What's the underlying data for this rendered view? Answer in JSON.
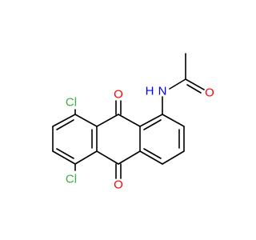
{
  "molecule": {
    "atoms": {
      "cl_top": {
        "text": "Cl",
        "color": "#3cb043"
      },
      "cl_bottom": {
        "text": "Cl",
        "color": "#3cb043"
      },
      "o_top": {
        "text": "O",
        "color": "#ff0000"
      },
      "o_bottom": {
        "text": "O",
        "color": "#ff0000"
      },
      "o_amide": {
        "text": "O",
        "color": "#ff0000"
      },
      "n_amide": {
        "text": "N",
        "color": "#0000ff"
      },
      "h_amide": {
        "text": "H",
        "color": "#0000ff"
      }
    }
  }
}
